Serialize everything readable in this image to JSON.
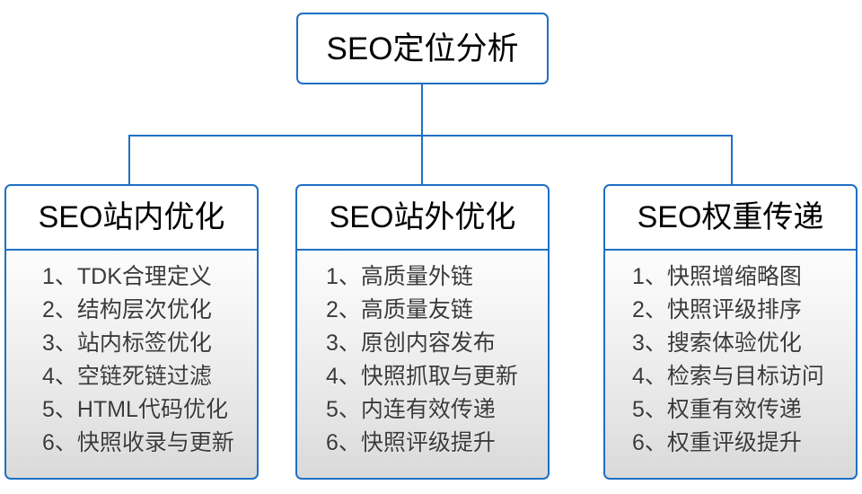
{
  "diagram": {
    "title": "SEO定位分析",
    "accent_color": "#1F6FC4",
    "root": {
      "label": "SEO定位分析"
    },
    "branches": [
      {
        "header": "SEO站内优化",
        "items": [
          "1、TDK合理定义",
          "2、结构层次优化",
          "3、站内标签优化",
          "4、空链死链过滤",
          "5、HTML代码优化",
          "6、快照收录与更新"
        ]
      },
      {
        "header": "SEO站外优化",
        "items": [
          "1、高质量外链",
          "2、高质量友链",
          "3、原创内容发布",
          "4、快照抓取与更新",
          "5、内连有效传递",
          "6、快照评级提升"
        ]
      },
      {
        "header": "SEO权重传递",
        "items": [
          "1、快照增缩略图",
          "2、快照评级排序",
          "3、搜索体验优化",
          "4、检索与目标访问",
          "5、权重有效传递",
          "6、权重评级提升"
        ]
      }
    ]
  }
}
